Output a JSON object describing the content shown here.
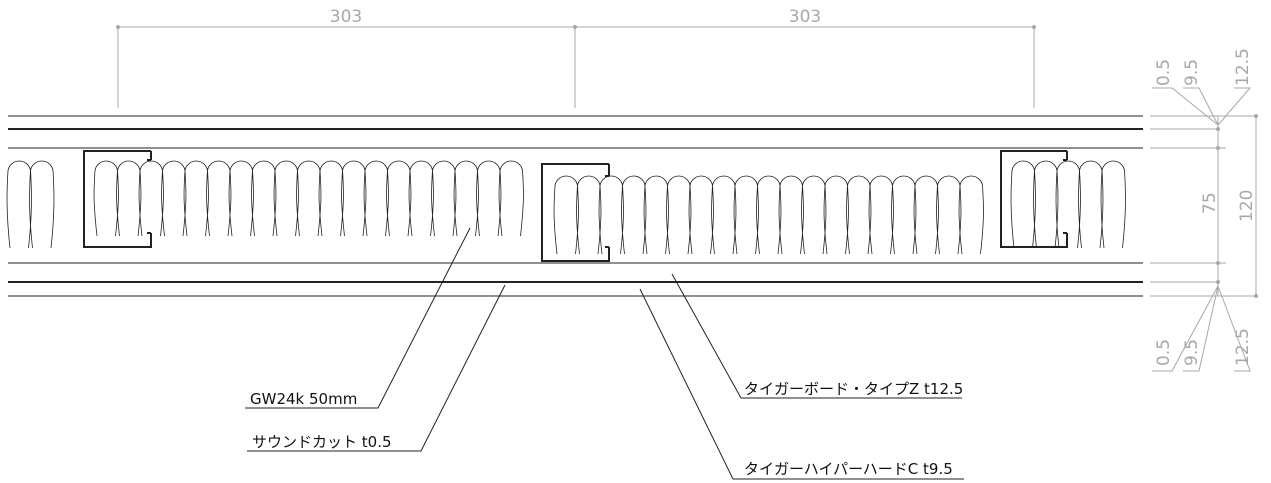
{
  "dimensions": {
    "top_left_span": "303",
    "top_right_span": "303",
    "right_top_small_1": "0.5",
    "right_top_small_2": "9.5",
    "right_top_total": "12.5",
    "right_mid": "75",
    "right_total": "120",
    "right_bottom_small_1": "0.5",
    "right_bottom_small_2": "9.5",
    "right_bottom_total": "12.5"
  },
  "labels": {
    "insulation": "GW24k 50mm",
    "sound_cut": "サウンドカット t0.5",
    "board_type_z": "タイガーボード・タイプZ t12.5",
    "board_hyper_hard": "タイガーハイパーハードC t9.5"
  },
  "colors": {
    "line": "#222222",
    "dimension": "#a8a8a8",
    "background": "#ffffff"
  }
}
